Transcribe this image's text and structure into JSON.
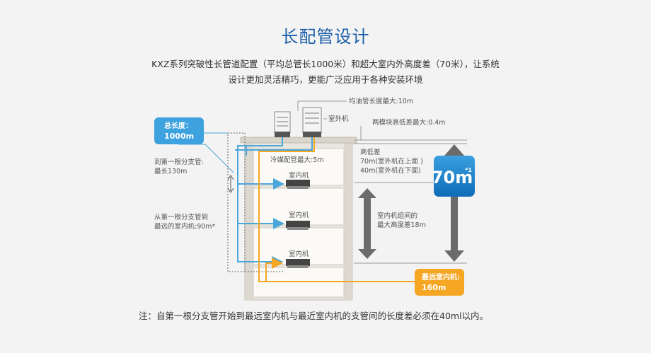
{
  "heading": {
    "title": "长配管设计",
    "desc_line1": "KXZ系列突破性长管道配置（平均总管长1000米）和超大室内外高度差（70米），让系统",
    "desc_line2": "设计更加灵活精巧，更能广泛应用于各种安装环境"
  },
  "diagram": {
    "outdoor_unit": "室外机",
    "indoor_unit": "室内机",
    "oil_pipe": "均油管长度最大:10m",
    "module_height": "两模块高低差最大:0.4m",
    "refrigerant_pipe": "冷媒配管最大:5m",
    "height_diff_title": "高低差",
    "height_diff_up": "70m(室外机在上面 )",
    "height_diff_down": "40m(室外机在下面)",
    "indoor_height_l1": "室内机组间的",
    "indoor_height_l2": "最大高度差18m",
    "first_branch_l1": "到第一根分支管:",
    "first_branch_l2": "最长130m",
    "farthest_l1": "从第一根分支管到",
    "farthest_l2": "最远的室内机:90m*",
    "total_title": "总长度：",
    "total_value": "1000m",
    "badge_value": "70m",
    "badge_sup": "*1",
    "farthest_box_title": "最远室内机:",
    "farthest_box_value": "160m"
  },
  "footnote": "注：自第一根分支管开始到最远室内机与最近室内机的支管间的长度差必须在40ml以内。",
  "colors": {
    "title_blue": "#1c5fa8",
    "pipe_blue": "#4aa7dc",
    "pipe_orange": "#f5a623",
    "building": "#e9e6df",
    "badge_blue": "#1a86d0"
  }
}
